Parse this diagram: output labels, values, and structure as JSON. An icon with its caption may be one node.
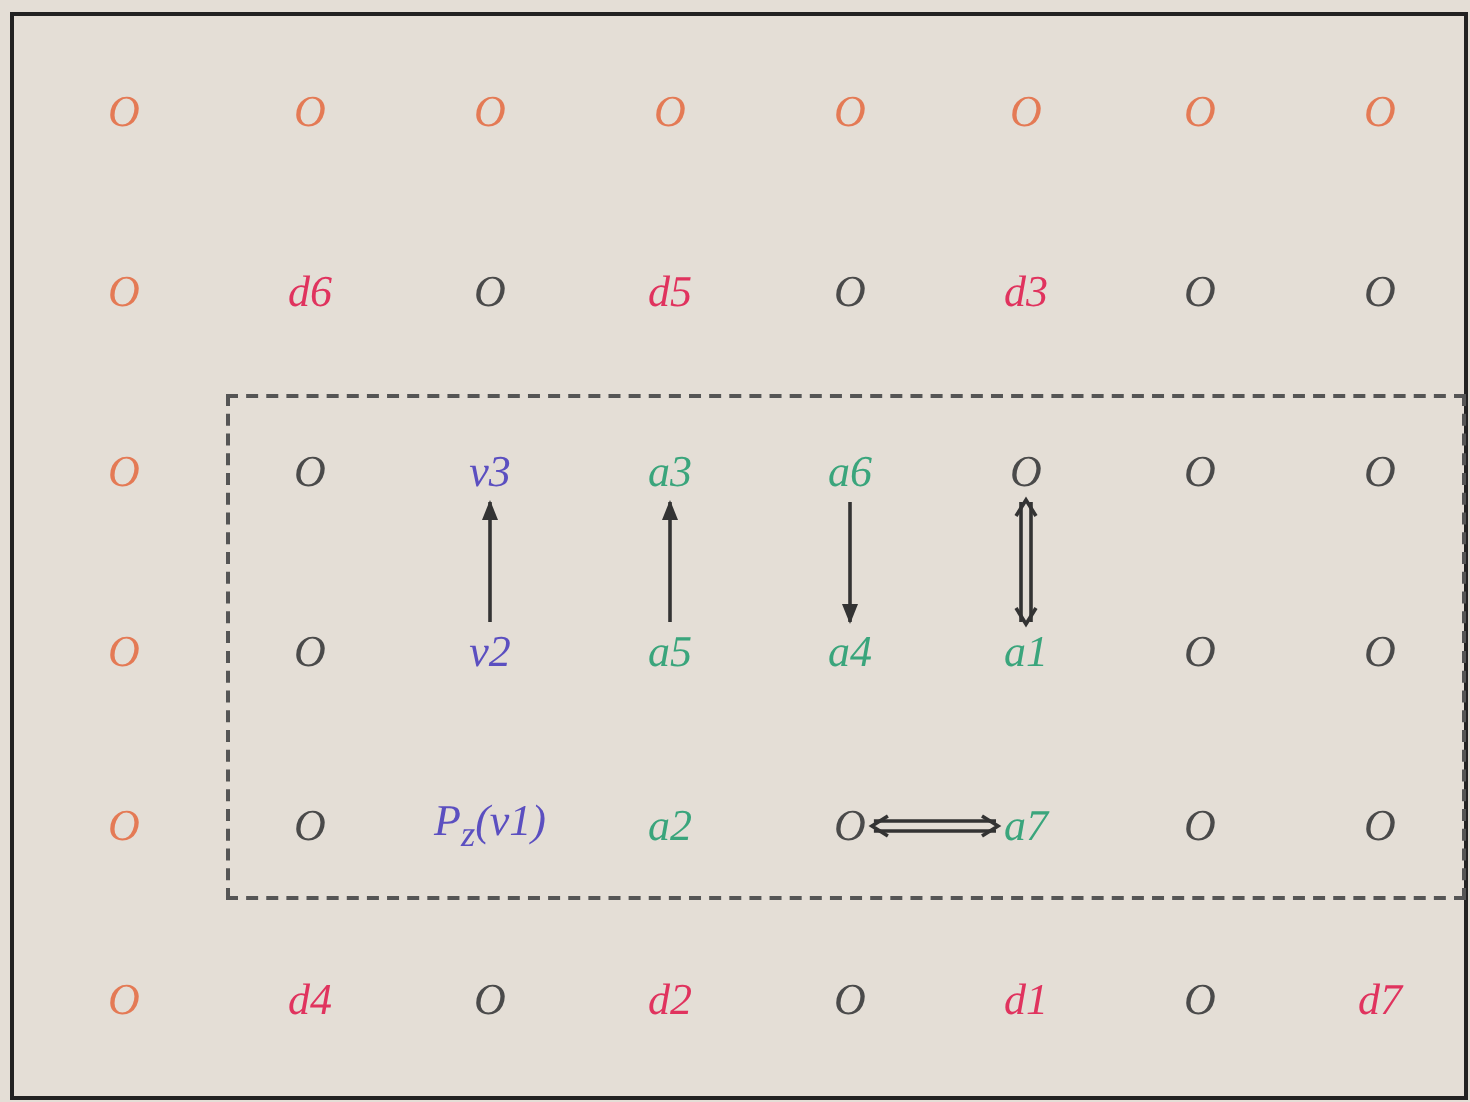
{
  "diagram": {
    "nodes": [
      {
        "text": [],
        "shape": "box"
      },
      {
        "text": [
          "v3"
        ],
        "in": 0
      },
      {
        "text": [
          "a3"
        ],
        "in": 0
      },
      {
        "text": [
          "a6"
        ],
        "in": 0
      },
      {
        "text": [
          "O"
        ],
        "in": 0
      },
      {
        "text": [
          "v2"
        ],
        "in": 0
      },
      {
        "text": [
          "a5"
        ],
        "in": 0
      },
      {
        "text": [
          "a4"
        ],
        "in": 0
      },
      {
        "text": [
          "a1"
        ],
        "in": 0
      },
      {
        "text": [
          "O"
        ],
        "in": 0
      },
      {
        "text": [
          "a7"
        ],
        "in": 0
      }
    ],
    "edges": [
      {
        "from": 5,
        "to": 1,
        "arrow": "to"
      },
      {
        "from": 6,
        "to": 2,
        "arrow": "to"
      },
      {
        "from": 3,
        "to": 7,
        "arrow": "to"
      },
      {
        "from": 4,
        "to": 8,
        "arrow": "both"
      },
      {
        "from": 9,
        "to": 10,
        "arrow": "both"
      }
    ],
    "labels": [
      "O",
      "O",
      "O",
      "O",
      "O",
      "O",
      "O",
      "O",
      "O",
      "d6",
      "O",
      "d5",
      "O",
      "d3",
      "O",
      "O",
      "O",
      "O",
      "O",
      "O",
      "O",
      "O",
      "O",
      "O",
      "O",
      "O",
      "P$_{z}$(v1)",
      "a2",
      "O",
      "O",
      "O",
      "d4",
      "O",
      "d2",
      "O",
      "d1",
      "O",
      "d7"
    ]
  }
}
